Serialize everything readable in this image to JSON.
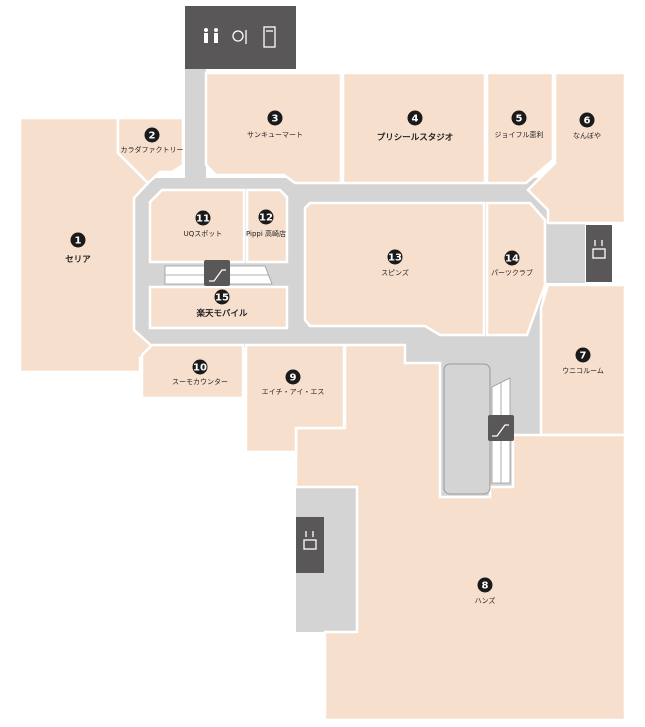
{
  "colors": {
    "shop": "#f7dfce",
    "walkway": "#d4d4d4",
    "facility": "#595757",
    "marker": "#1a1a1a"
  },
  "facilities": {
    "top": [
      "restroom-icon",
      "powder-room-icon",
      "vending-machine-icon"
    ],
    "elevators": [
      "elevator-icon",
      "elevator-icon"
    ],
    "escalators": [
      "escalator-icon",
      "escalator-icon"
    ]
  },
  "shops": [
    {
      "num": "1",
      "name": "セリア"
    },
    {
      "num": "2",
      "name": "カラダファクトリー"
    },
    {
      "num": "3",
      "name": "サンキューマート"
    },
    {
      "num": "4",
      "name": "プリシールスタジオ"
    },
    {
      "num": "5",
      "name": "ジョイフル恵利"
    },
    {
      "num": "6",
      "name": "なんぼや"
    },
    {
      "num": "7",
      "name": "ウニコルーム"
    },
    {
      "num": "8",
      "name": "ハンズ"
    },
    {
      "num": "9",
      "name": "エイチ・アイ・エス"
    },
    {
      "num": "10",
      "name": "スーモカウンター"
    },
    {
      "num": "11",
      "name": "UQスポット"
    },
    {
      "num": "12",
      "name": "Pippi 高崎店"
    },
    {
      "num": "13",
      "name": "スピンズ"
    },
    {
      "num": "14",
      "name": "パーツクラブ"
    },
    {
      "num": "15",
      "name": "楽天モバイル"
    }
  ]
}
